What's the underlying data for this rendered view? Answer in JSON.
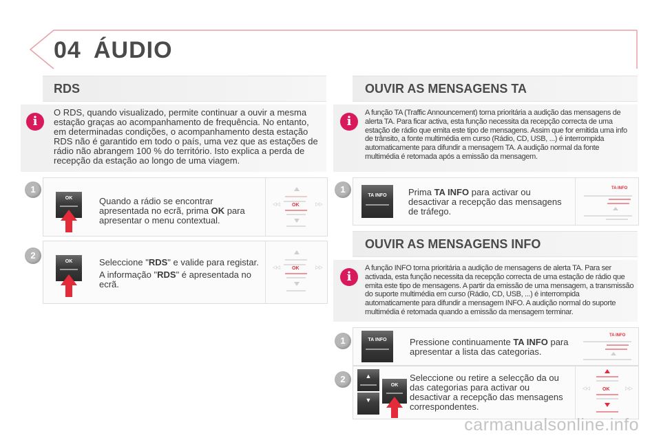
{
  "header": {
    "chapter": "04",
    "title": "ÁUDIO"
  },
  "rds": {
    "title": "RDS",
    "info": "O RDS, quando visualizado, permite continuar a ouvir a mesma estação graças ao acompanhamento de frequência. No entanto, em determinadas condições, o acompanhamento desta estação RDS não é garantido em todo o país, uma vez que as estações de rádio não abrangem 100 % do território. Isto explica a perda de recepção da estação ao longo de uma viagem.",
    "step1": {
      "number": "1",
      "text_before": "Quando a rádio se encontrar apresentada no ecrã, prima ",
      "key": "OK",
      "text_after": " para apresentar o menu contextual.",
      "button_label": "OK"
    },
    "step2": {
      "number": "2",
      "line1_before": "Seleccione \"",
      "line1_key": "RDS",
      "line1_after": "\" e valide para registar.",
      "line2_before": "A informação \"",
      "line2_key": "RDS",
      "line2_after": "\" é apresentada no ecrã.",
      "button_label": "OK"
    },
    "diagram_ok": "OK"
  },
  "ta": {
    "title": "OUVIR AS MENSAGENS TA",
    "info": "A função TA (Traffic Announcement) torna prioritária a audição das mensagens de alerta TA. Para ficar activa, esta função necessita da recepção correcta de uma estação de rádio que emita este tipo de mensagens. Assim que for emitida uma info de trânsito, a fonte multimédia em curso (Rádio, CD, USB, ...) é interrompida automaticamente para difundir a mensagem TA. A audição normal da fonte multimédia é retomada após a emissão da mensagem.",
    "step1": {
      "number": "1",
      "text_before": "Prima ",
      "key": "TA INFO",
      "text_after": " para activar ou desactivar a recepção das mensagens de tráfego.",
      "button_label": "TA INFO",
      "diagram_label": "TA INFO"
    }
  },
  "info": {
    "title": "OUVIR AS MENSAGENS INFO",
    "info": "A função INFO torna prioritária a audição de mensagens de alerta TA. Para ser activada, esta função necessita da recepção correcta de uma estação de rádio que emita este tipo de mensagens. A partir da emissão de uma mensagem, a transmissão do suporte multimédia em curso (Rádio, CD, USB, ...) é interrompida automaticamente para difundir a mensagem INFO. A audição normal do suporte multimédia é retomada quando a emissão da mensagem terminar.",
    "step1": {
      "number": "1",
      "text_before": "Pressione continuamente ",
      "key": "TA INFO",
      "text_after": " para apresentar a lista das categorias.",
      "button_label": "TA INFO",
      "diagram_label": "TA INFO"
    },
    "step2": {
      "number": "2",
      "text": "Seleccione ou retire a selecção da ou das categorias para activar ou desactivar a recepção das mensagens correspondentes.",
      "button_label": "OK",
      "diagram_ok": "OK"
    }
  },
  "footer": {
    "watermark": "carmanualsonline.info"
  },
  "colors": {
    "accent_red": "#e32b3a",
    "info_icon": "#d81a5d",
    "step_badge": "#b7b7b7",
    "band": "#ededed"
  },
  "icons": [
    "info-icon",
    "up-arrow-icon",
    "down-arrow-icon",
    "left-double-arrow-icon",
    "right-double-arrow-icon"
  ]
}
